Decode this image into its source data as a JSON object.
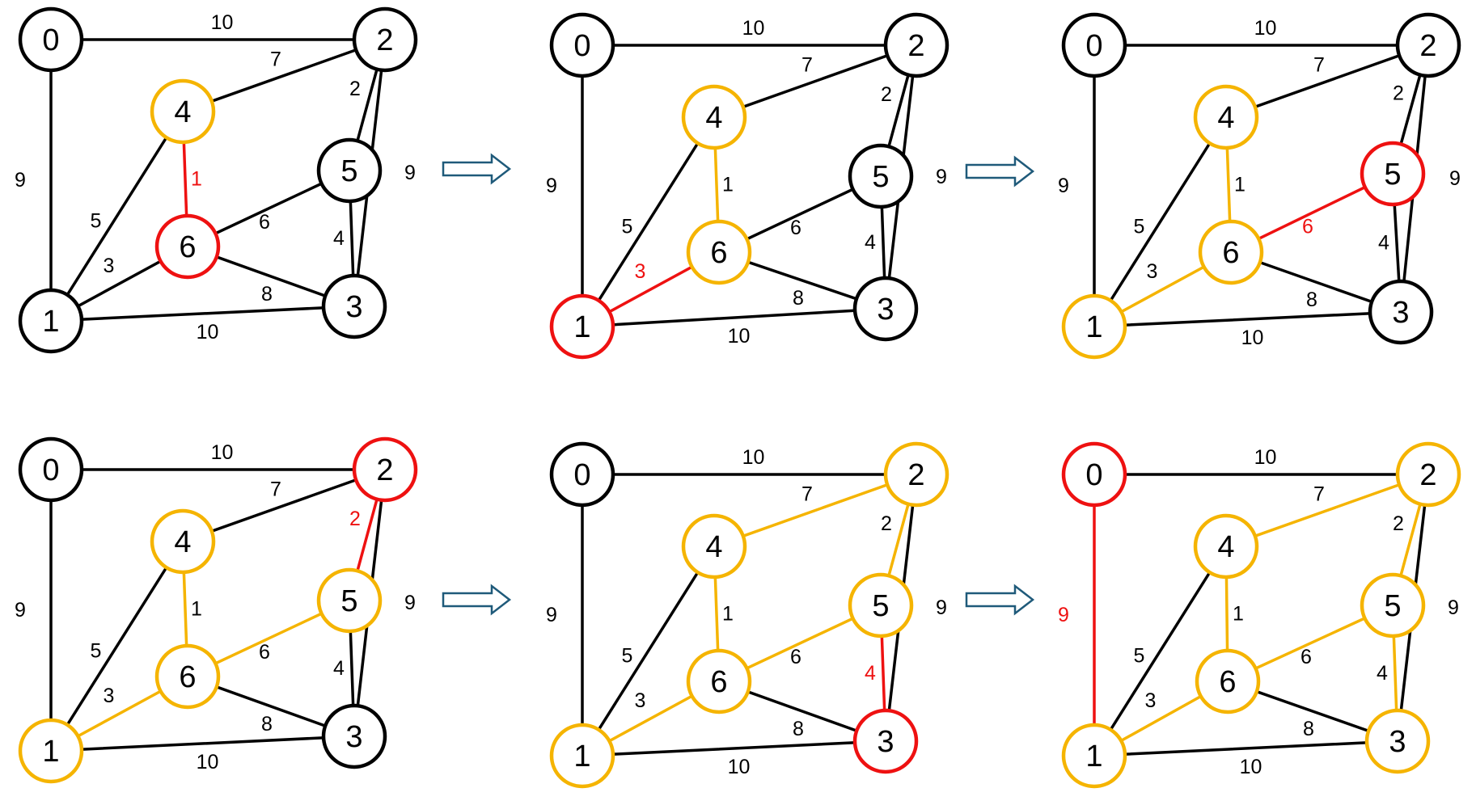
{
  "colors": {
    "default": "#000000",
    "tree": "#f5b400",
    "current": "#ee1111",
    "arrow_outline": "#1f5a7a"
  },
  "graph": {
    "nodes": [
      {
        "id": 0,
        "label": "0"
      },
      {
        "id": 1,
        "label": "1"
      },
      {
        "id": 2,
        "label": "2"
      },
      {
        "id": 3,
        "label": "3"
      },
      {
        "id": 4,
        "label": "4"
      },
      {
        "id": 5,
        "label": "5"
      },
      {
        "id": 6,
        "label": "6"
      }
    ],
    "edges": [
      {
        "u": 0,
        "v": 2,
        "w": "10"
      },
      {
        "u": 0,
        "v": 1,
        "w": "9"
      },
      {
        "u": 4,
        "v": 2,
        "w": "7"
      },
      {
        "u": 5,
        "v": 2,
        "w": "2"
      },
      {
        "u": 2,
        "v": 3,
        "w": "9"
      },
      {
        "u": 4,
        "v": 6,
        "w": "1"
      },
      {
        "u": 4,
        "v": 1,
        "w": "5"
      },
      {
        "u": 6,
        "v": 5,
        "w": "6"
      },
      {
        "u": 5,
        "v": 3,
        "w": "4"
      },
      {
        "u": 6,
        "v": 1,
        "w": "3"
      },
      {
        "u": 6,
        "v": 3,
        "w": "8"
      },
      {
        "u": 1,
        "v": 3,
        "w": "10"
      }
    ]
  },
  "steps": [
    {
      "name": "step-1",
      "node_states": [
        "default",
        "default",
        "default",
        "default",
        "tree",
        "default",
        "current"
      ],
      "edge_states": [
        "default",
        "default",
        "default",
        "default",
        "default",
        "current",
        "default",
        "default",
        "default",
        "default",
        "default",
        "default"
      ]
    },
    {
      "name": "step-2",
      "node_states": [
        "default",
        "current",
        "default",
        "default",
        "tree",
        "default",
        "tree"
      ],
      "edge_states": [
        "default",
        "default",
        "default",
        "default",
        "default",
        "tree",
        "default",
        "default",
        "default",
        "current",
        "default",
        "default"
      ]
    },
    {
      "name": "step-3",
      "node_states": [
        "default",
        "tree",
        "default",
        "default",
        "tree",
        "current",
        "tree"
      ],
      "edge_states": [
        "default",
        "default",
        "default",
        "default",
        "default",
        "tree",
        "default",
        "current",
        "default",
        "tree",
        "default",
        "default"
      ]
    },
    {
      "name": "step-4",
      "node_states": [
        "default",
        "tree",
        "current",
        "default",
        "tree",
        "tree",
        "tree"
      ],
      "edge_states": [
        "default",
        "default",
        "default",
        "current",
        "default",
        "tree",
        "default",
        "tree",
        "default",
        "tree",
        "default",
        "default"
      ]
    },
    {
      "name": "step-5",
      "node_states": [
        "default",
        "tree",
        "tree",
        "current",
        "tree",
        "tree",
        "tree"
      ],
      "edge_states": [
        "default",
        "default",
        "tree",
        "tree",
        "default",
        "tree",
        "default",
        "tree",
        "current",
        "tree",
        "default",
        "default"
      ]
    },
    {
      "name": "step-6",
      "node_states": [
        "current",
        "tree",
        "tree",
        "tree",
        "tree",
        "tree",
        "tree"
      ],
      "edge_states": [
        "default",
        "current",
        "tree",
        "tree",
        "default",
        "tree",
        "default",
        "tree",
        "tree",
        "tree",
        "default",
        "default"
      ]
    }
  ],
  "arrows": [
    {
      "name": "arrow-1-to-2"
    },
    {
      "name": "arrow-2-to-3"
    },
    {
      "name": "arrow-4-to-5"
    },
    {
      "name": "arrow-5-to-6"
    }
  ]
}
